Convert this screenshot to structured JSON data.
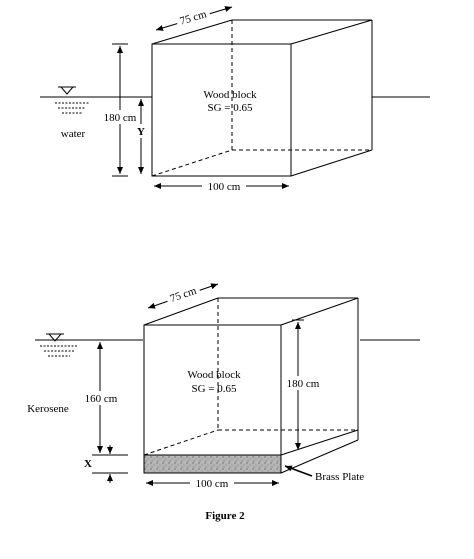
{
  "figure1": {
    "depth_label": "75 cm",
    "block_name": "Wood block",
    "block_sg": "SG = 0.65",
    "height_label": "180 cm",
    "fluid_label": "water",
    "submerged_label": "Y",
    "width_label": "100 cm"
  },
  "figure2": {
    "depth_label": "75 cm",
    "block_name": "Wood block",
    "block_sg": "SG = 0.65",
    "height_label": "180 cm",
    "submerged_label": "160 cm",
    "fluid_label": "Kerosene",
    "plate_thickness_label": "X",
    "width_label": "100 cm",
    "plate_label": "Brass Plate"
  },
  "caption": "Figure 2",
  "colors": {
    "line": "#000000",
    "plate_fill": "#b4b4b4"
  }
}
